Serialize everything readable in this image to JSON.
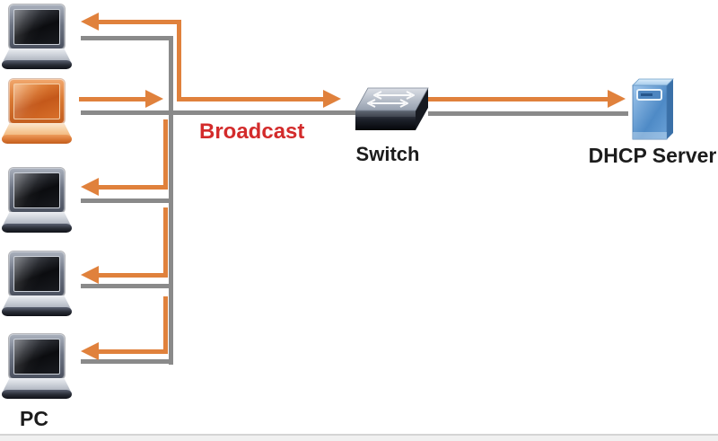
{
  "labels": {
    "pc": "PC",
    "switch": "Switch",
    "dhcp_server": "DHCP Server",
    "broadcast": "Broadcast"
  },
  "colors": {
    "arrow_orange": "#E0813C",
    "cable_gray": "#8A8A8A",
    "broadcast_red": "#D32B2B",
    "text_black": "#1C1C1C"
  },
  "icons": {
    "pc": "laptop-icon",
    "switch": "network-switch-icon",
    "dhcp_server": "server-tower-icon"
  },
  "nodes": {
    "pcs": [
      {
        "id": 1,
        "variant": "gray"
      },
      {
        "id": 2,
        "variant": "orange-highlighted"
      },
      {
        "id": 3,
        "variant": "gray"
      },
      {
        "id": 4,
        "variant": "gray"
      },
      {
        "id": 5,
        "variant": "gray"
      }
    ],
    "flow": "PC2 sends broadcast through switch to DHCP server and all other PCs"
  }
}
